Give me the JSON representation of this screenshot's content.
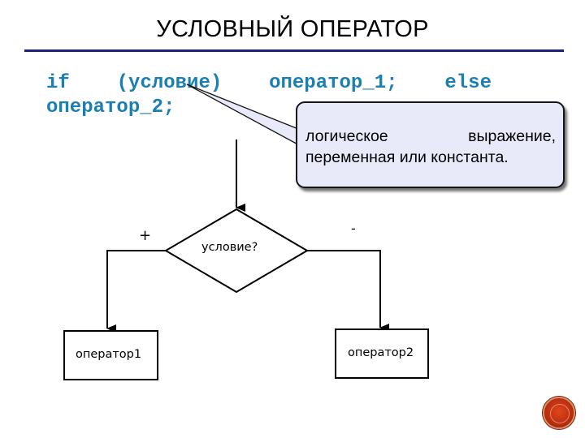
{
  "slide": {
    "title": "УСЛОВНЫЙ ОПЕРАТОР",
    "accent_color": "#1f1f7a",
    "code_color": "#1b7fb3"
  },
  "code": {
    "tokens_line1": [
      "if",
      "(условие)",
      "оператор_1;",
      "else"
    ],
    "line2": "оператор_2;"
  },
  "callout": {
    "line1_words": [
      "логическое",
      "выражение,"
    ],
    "line2": "переменная или константа.",
    "background": "#e9eaf9"
  },
  "flowchart": {
    "condition_label": "условие?",
    "true_branch_label": "+",
    "false_branch_label": "-",
    "true_operator_label": "оператор1",
    "false_operator_label": "оператор2"
  },
  "navigation": {
    "button_icon": "return-circle-icon",
    "button_color": "#c0341a"
  }
}
